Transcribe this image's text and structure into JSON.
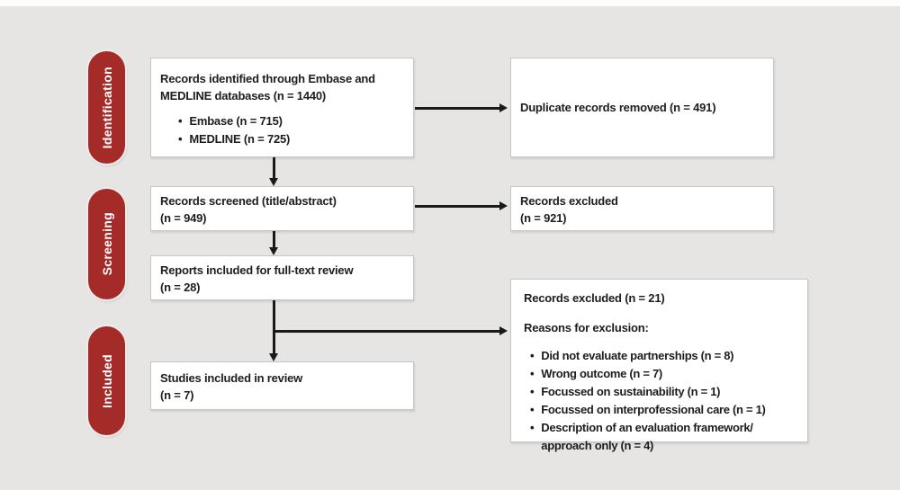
{
  "figure": {
    "type": "prisma-flow-diagram"
  },
  "palette": {
    "background": "#e6e5e3",
    "stage_pill": "#a52b29",
    "stage_text": "#ffffff",
    "box_background": "#ffffff",
    "box_border": "#c6c6c5",
    "text": "#1d1d1b",
    "arrow": "#1a1a1a"
  },
  "stages": [
    {
      "label": "Identification"
    },
    {
      "label": "Screening"
    },
    {
      "label": "Included"
    }
  ],
  "boxes": {
    "identified": {
      "line1": "Records identified through Embase and",
      "line2": "MEDLINE databases (n = 1440)",
      "bullets": [
        "Embase (n = 715)",
        "MEDLINE (n = 725)"
      ]
    },
    "duplicates_removed": {
      "line1": "Duplicate records removed (n = 491)"
    },
    "screened": {
      "line1": "Records screened (title/abstract)",
      "line2": "(n = 949)"
    },
    "excluded_screening": {
      "line1": "Records excluded",
      "line2": "(n = 921)"
    },
    "fulltext": {
      "line1": "Reports included for full-text review",
      "line2": "(n = 28)"
    },
    "excluded_fulltext": {
      "title": "Records excluded (n = 21)",
      "subtitle": "Reasons for exclusion:",
      "bullets": [
        "Did not evaluate partnerships (n = 8)",
        "Wrong outcome (n = 7)",
        "Focussed on sustainability (n = 1)",
        "Focussed on interprofessional care (n = 1)",
        "Description of an evaluation framework/ approach only (n = 4)"
      ]
    },
    "included": {
      "line1": "Studies included in review",
      "line2": "(n = 7)"
    }
  },
  "connections": [
    {
      "from": "identified",
      "to": "duplicates_removed"
    },
    {
      "from": "identified",
      "to": "screened"
    },
    {
      "from": "screened",
      "to": "excluded_screening"
    },
    {
      "from": "screened",
      "to": "fulltext"
    },
    {
      "from": "fulltext",
      "to": "excluded_fulltext"
    },
    {
      "from": "fulltext",
      "to": "included"
    }
  ]
}
